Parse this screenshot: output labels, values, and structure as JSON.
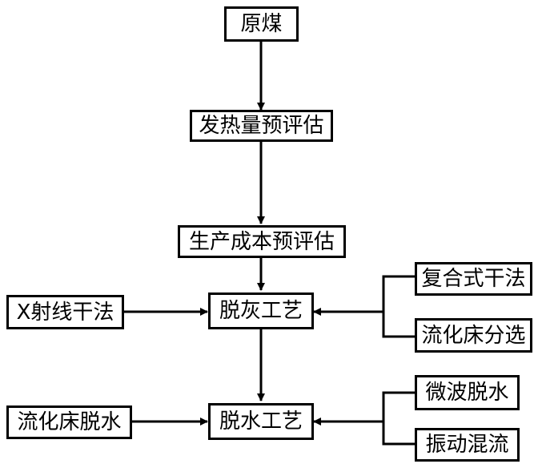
{
  "nodes": {
    "raw_coal": "原煤",
    "calorific_assessment": "发热量预评估",
    "cost_assessment": "生产成本预评估",
    "deash_process": "脱灰工艺",
    "xray_dry": "X射线干法",
    "composite_dry": "复合式干法",
    "fluidized_sort": "流化床分选",
    "dewater_process": "脱水工艺",
    "fluidized_dewater": "流化床脱水",
    "microwave_dewater": "微波脱水",
    "vibration_mix": "振动混流"
  },
  "colors": {
    "stroke": "#000000",
    "background": "#ffffff"
  }
}
